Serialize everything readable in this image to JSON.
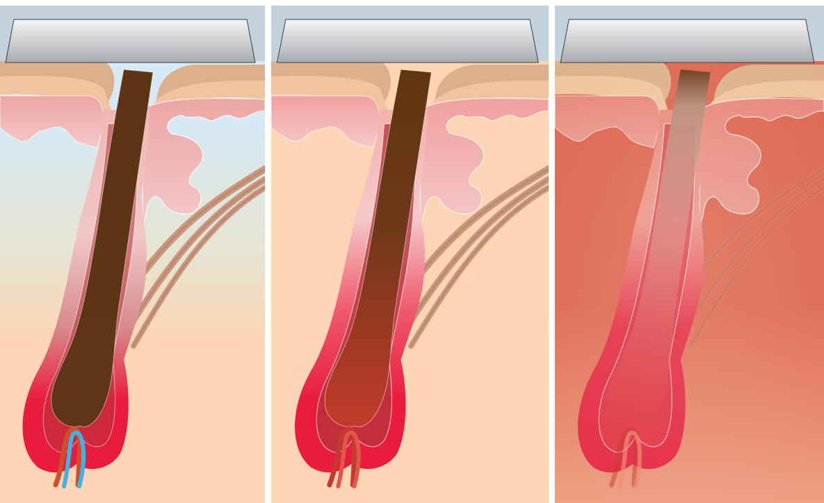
{
  "panels": [
    {
      "caption": "",
      "stage": "before",
      "dermis_tint": 0.0,
      "bulb_vessel_color": "#3fb4e4",
      "shaft_fade": 0.0
    },
    {
      "caption": "",
      "stage": "absorption",
      "dermis_tint": 0.05,
      "bulb_vessel_color": "#e0574a",
      "shaft_fade": 0.0
    },
    {
      "caption": "",
      "stage": "thermal-destruction",
      "dermis_tint": 0.75,
      "bulb_vessel_color": "#ee8a73",
      "shaft_fade": 0.55
    }
  ],
  "colors": {
    "applicator_light": "#f4f5f6",
    "applicator_dark": "#a8abae",
    "sky": "#c2d1dc",
    "epidermis_outer": "#dcb08c",
    "epidermis_inner": "#efc49e",
    "dermis": "#fcd5b5",
    "dermis_cool": "#d6e9f4",
    "sebaceous": "#f3a9a8",
    "follicle_pink": "#efb7b4",
    "follicle_red": "#ea1c3d",
    "hair_shaft": "#5b3414",
    "muscle": "#c7967c",
    "heated_tissue": "#de6a51"
  }
}
